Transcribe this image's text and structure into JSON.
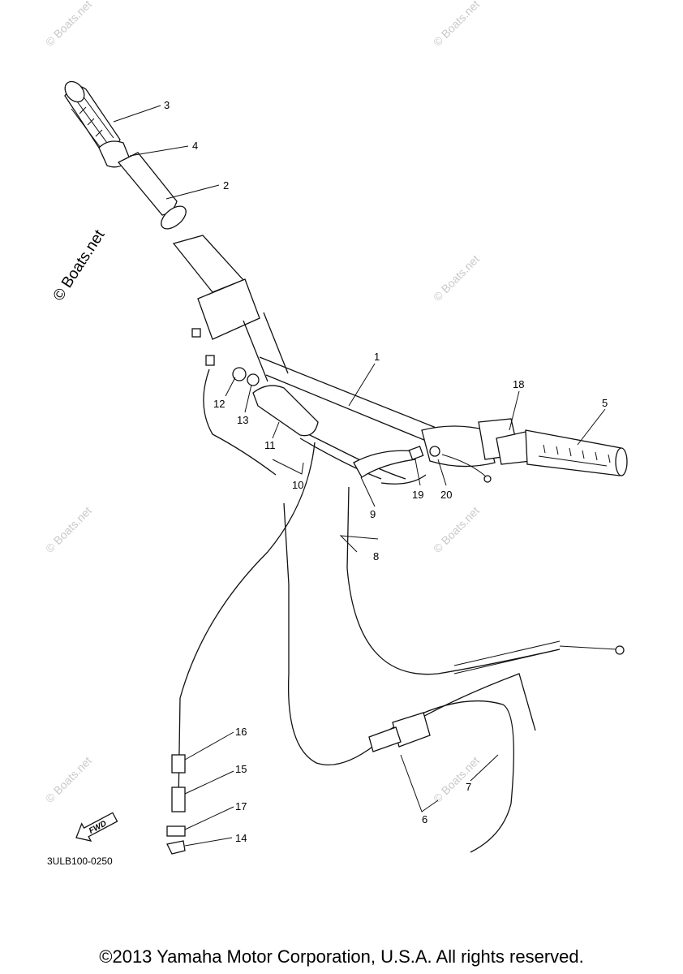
{
  "watermark": {
    "main": "© Boats.net",
    "faint": "© Boats.net"
  },
  "callouts": {
    "p1": "1",
    "p2": "2",
    "p3": "3",
    "p4": "4",
    "p5": "5",
    "p6": "6",
    "p7": "7",
    "p8": "8",
    "p9": "9",
    "p10": "10",
    "p11": "11",
    "p12": "12",
    "p13": "13",
    "p14": "14",
    "p15": "15",
    "p16": "16",
    "p17": "17",
    "p18": "18",
    "p19": "19",
    "p20": "20"
  },
  "fwd_label": "FWD",
  "diagram_code": "3ULB100-0250",
  "copyright": "©2013 Yamaha Motor Corporation, U.S.A. All rights reserved."
}
